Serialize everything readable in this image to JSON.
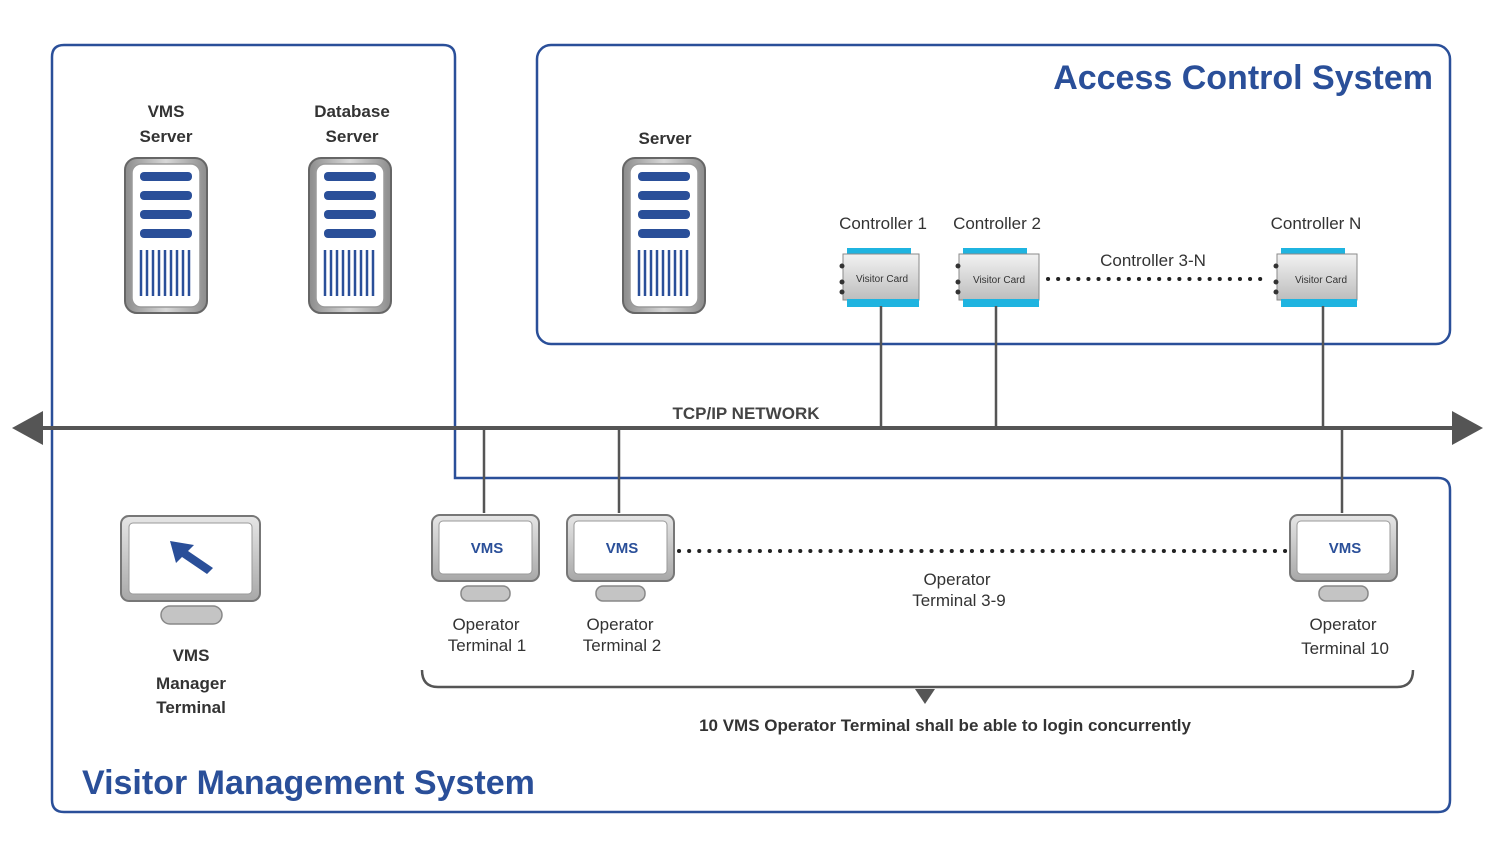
{
  "colors": {
    "accent_blue": "#2a4f99",
    "controller_cyan": "#1fb4e0",
    "line_gray": "#555555",
    "text_dark": "#333333"
  },
  "systems": {
    "access_control_title": "Access Control System",
    "visitor_management_title": "Visitor Management System"
  },
  "servers": {
    "vms_server": [
      "VMS",
      "Server"
    ],
    "database_server": [
      "Database",
      "Server"
    ],
    "acs_server": "Server"
  },
  "controllers": {
    "items": [
      {
        "label": "Controller 1",
        "card": "Visitor Card"
      },
      {
        "label": "Controller 2",
        "card": "Visitor Card"
      },
      {
        "label": "Controller N",
        "card": "Visitor Card"
      }
    ],
    "range_label": "Controller 3-N"
  },
  "network": {
    "label": "TCP/IP NETWORK"
  },
  "manager_terminal": {
    "lines": [
      "VMS",
      "Manager",
      "Terminal"
    ],
    "icon": "cursor-arrow-icon"
  },
  "operator_terminals": {
    "items": [
      {
        "screen": "VMS",
        "lines": [
          "Operator",
          "Terminal 1"
        ]
      },
      {
        "screen": "VMS",
        "lines": [
          "Operator",
          "Terminal 2"
        ]
      },
      {
        "screen": "VMS",
        "lines": [
          "Operator",
          "Terminal 10"
        ]
      }
    ],
    "range_lines": [
      "Operator",
      "Terminal 3-9"
    ],
    "note": "10 VMS Operator Terminal shall be able to login concurrently"
  }
}
